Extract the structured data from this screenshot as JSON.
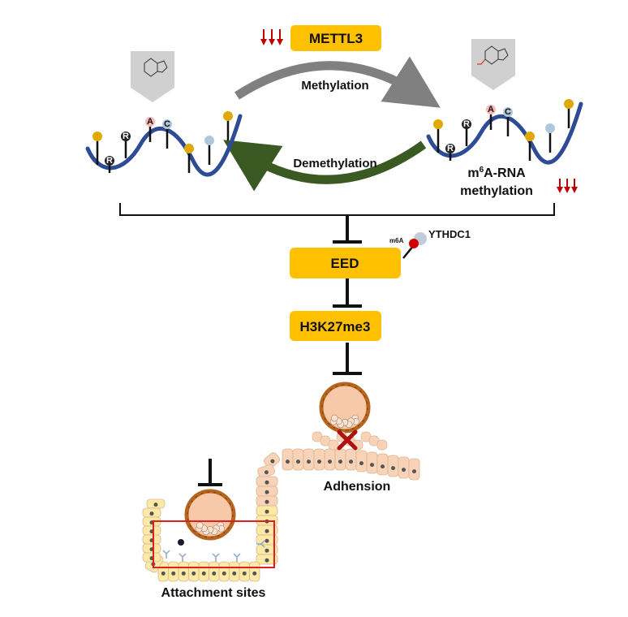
{
  "nodes": {
    "mettl3": "METTL3",
    "eed": "EED",
    "h3k27me3": "H3K27me3",
    "ythdc1": "YTHDC1",
    "m6a_small": "m6A"
  },
  "labels": {
    "methylation": "Methylation",
    "demethylation": "Demethylation",
    "m6a_rna_line1_prefix": "m",
    "m6a_rna_line1_sup": "6",
    "m6a_rna_line1_suffix": "A-RNA",
    "m6a_rna_line2": "methylation",
    "adhesion": "Adhension",
    "attachment_sites": "Attachment sites"
  },
  "nucleotides": {
    "r": "R",
    "a": "A",
    "c": "C"
  },
  "indicators": {
    "mettl3_change": "down",
    "m6a_change": "down"
  },
  "colors": {
    "box": "#FFC000",
    "rna": "#2E4B96",
    "methylation_arrow": "#808080",
    "demethylation_arrow": "#3B5A23",
    "down_arrow": "#C00000",
    "highlight": "#E02020",
    "embryo_rim": "#B5651D",
    "embryo_fill": "#F7C9A8",
    "cell_peach": "#F8D3B8",
    "cell_yellow": "#FCE9A6"
  }
}
